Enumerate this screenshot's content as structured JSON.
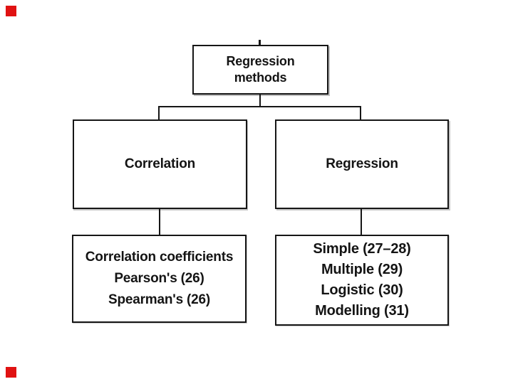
{
  "colors": {
    "background": "#ffffff",
    "line_black": "#161616",
    "text_black": "#141414",
    "marker_red": "#e01212"
  },
  "diagram": {
    "type": "flowchart",
    "root": {
      "lines": [
        "Regression",
        "methods"
      ]
    },
    "level1": [
      {
        "label": "Correlation"
      },
      {
        "label": "Regression"
      }
    ],
    "level2": [
      {
        "lines": [
          "Correlation coefficients",
          "Pearson's (26)",
          "Spearman's (26)"
        ]
      },
      {
        "lines": [
          "Simple (27–28)",
          "Multiple (29)",
          "Logistic (30)",
          "Modelling (31)"
        ]
      }
    ]
  }
}
